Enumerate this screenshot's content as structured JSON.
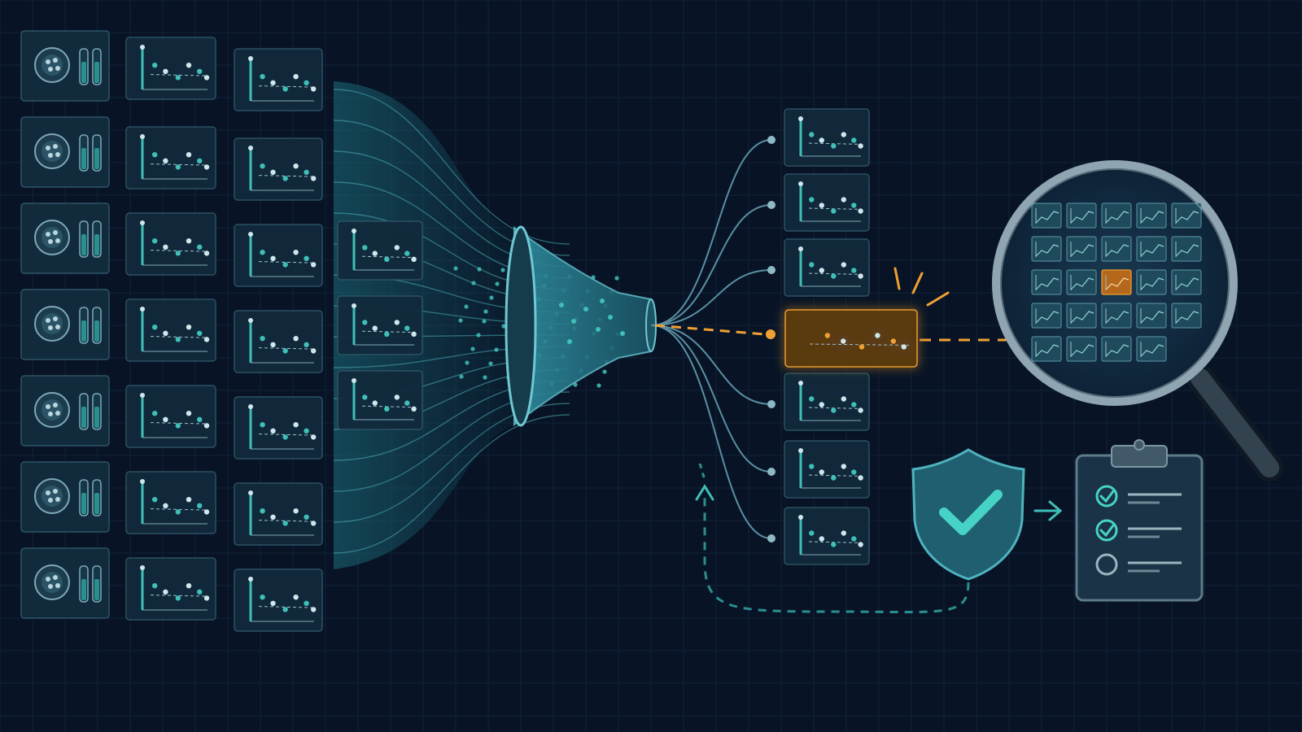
{
  "colors": {
    "background": "#081426",
    "grid": "#0f2238",
    "card_fill": "#112a3c",
    "card_stroke": "#2d5466",
    "teal": "#3fbfb8",
    "teal_dim": "#2a8f90",
    "line": "#5a8fa3",
    "highlight": "#f0a033",
    "highlight_fill": "#5a3a10",
    "shield": "#1f5f70",
    "check": "#46d3c5",
    "clipboard": "#1b3346"
  },
  "icons": {
    "specimen_card": "sample-tube-card-icon",
    "chart_card": "scatter-chart-card-icon",
    "funnel": "funnel-icon",
    "magnifier": "magnifying-glass-icon",
    "shield": "shield-check-icon",
    "clipboard": "clipboard-checklist-icon",
    "feedback": "feedback-arrow-icon"
  },
  "layout": {
    "specimen_rows": 7,
    "chart_columns_full": 2,
    "extra_chart_rows": 3,
    "output_cards": 7,
    "highlight_index": 3,
    "magnifier_grid": [
      5,
      5
    ],
    "magnifier_highlight": [
      2,
      2
    ],
    "checklist_items": [
      {
        "checked": true
      },
      {
        "checked": true
      },
      {
        "checked": false
      }
    ]
  }
}
